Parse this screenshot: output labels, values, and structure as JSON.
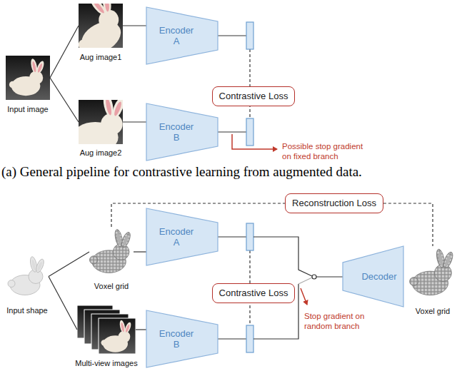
{
  "diagram": {
    "nodes": [
      {
        "text": [
          "Input image"
        ]
      },
      {
        "text": [
          "Aug image1"
        ]
      },
      {
        "text": [
          "Aug image2"
        ]
      },
      {
        "text": [
          "Encoder A"
        ]
      },
      {
        "text": [
          "Encoder B"
        ]
      },
      {
        "text": [
          "Contrastive Loss"
        ]
      },
      {
        "text": [
          "Input shape"
        ]
      },
      {
        "text": [
          "Voxel grid"
        ]
      },
      {
        "text": [
          "Multi-view images"
        ]
      },
      {
        "text": [
          "Encoder A"
        ]
      },
      {
        "text": [
          "Encoder B"
        ]
      },
      {
        "text": [
          "Contrastive Loss"
        ]
      },
      {
        "text": [
          "Decoder"
        ]
      },
      {
        "text": [
          "Voxel grid"
        ]
      },
      {
        "text": [
          "Reconstruction Loss"
        ]
      }
    ],
    "edges": [
      {
        "from": 0,
        "to": 1,
        "arrow": "none"
      },
      {
        "from": 0,
        "to": 2,
        "arrow": "none"
      },
      {
        "from": 1,
        "to": 3,
        "arrow": "none"
      },
      {
        "from": 2,
        "to": 4,
        "arrow": "none"
      },
      {
        "from": 6,
        "to": 7,
        "arrow": "none"
      },
      {
        "from": 6,
        "to": 8,
        "arrow": "none"
      },
      {
        "from": 7,
        "to": 9,
        "arrow": "none"
      },
      {
        "from": 8,
        "to": 10,
        "arrow": "none"
      },
      {
        "from": 7,
        "to": 14,
        "arrow": "none"
      },
      {
        "from": 14,
        "to": 13,
        "arrow": "none"
      }
    ],
    "labels": [
      "(a) General pipeline for contrastive learning from augmented data.",
      "Possible stop gradient on fixed branch",
      "Stop gradient on random branch"
    ]
  }
}
